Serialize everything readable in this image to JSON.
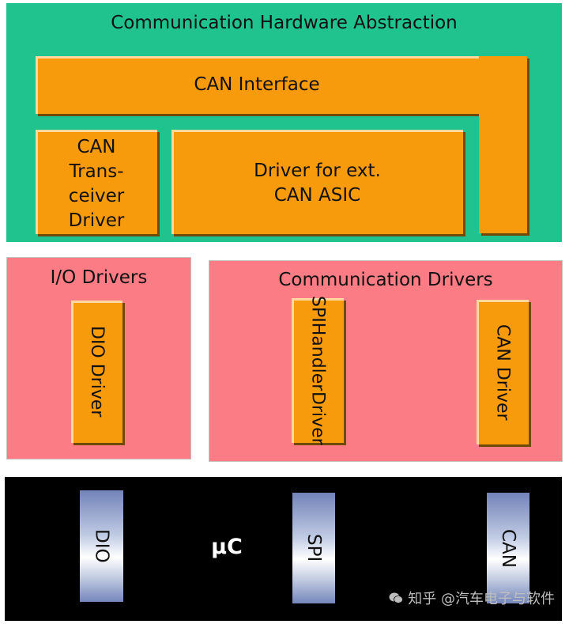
{
  "hw_abstraction": {
    "title": "Communication Hardware Abstraction",
    "can_interface": "CAN Interface",
    "transceiver_lines": [
      "CAN",
      "Trans-",
      "ceiver",
      "Driver"
    ],
    "asic_lines": [
      "Driver for ext.",
      "CAN ASIC"
    ]
  },
  "io_drivers": {
    "title": "I/O Drivers",
    "dio_driver": "DIO Driver"
  },
  "comm_drivers": {
    "title": "Communication Drivers",
    "spi_lines": [
      "SPIHandler",
      "Driver"
    ],
    "can_driver": "CAN Driver"
  },
  "microcontroller": {
    "label": "µC",
    "dio": "DIO",
    "spi": "SPI",
    "can": "CAN"
  },
  "watermark": "知乎 @汽车电子与软件",
  "colors": {
    "hw_abstraction_bg": "#20c28e",
    "driver_layer_bg": "#fb7c84",
    "module_orange": "#f79a0c",
    "uc_bg": "#000000"
  }
}
